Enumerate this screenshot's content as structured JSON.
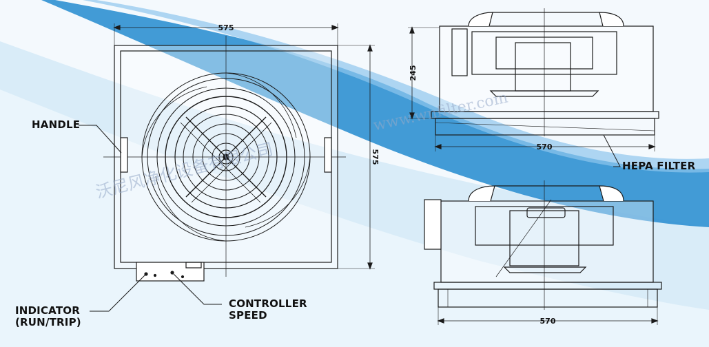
{
  "dimensions": {
    "front_width": "575",
    "front_height": "575",
    "side_height": "245",
    "side_width": "570",
    "rear_width": "570"
  },
  "callouts": {
    "handle": "HANDLE",
    "hepa_filter": "HEPA FILTER",
    "indicator_line1": "INDICATOR",
    "indicator_line2": "(RUN/TRIP)",
    "controller_line1": "CONTROLLER",
    "controller_line2": "SPEED"
  },
  "watermark": {
    "url": "www.wnfilter.com",
    "company": "沃尼风净化设备有限公司"
  },
  "colors": {
    "line": "#1a1a1a",
    "background_wave_light": "#e3f2fb",
    "background_wave_blue": "#2e8fd0"
  }
}
